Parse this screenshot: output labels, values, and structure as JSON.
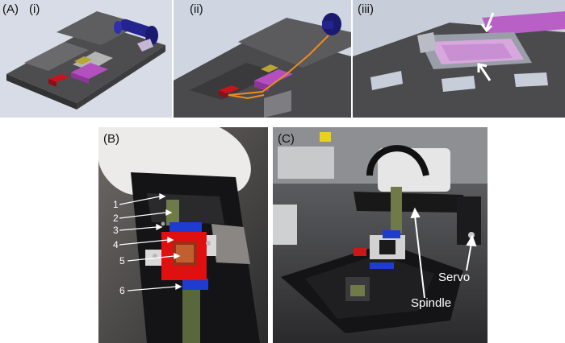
{
  "panel_a": {
    "label": "(A)",
    "sub_labels": [
      "(i)",
      "(ii)",
      "(iii)"
    ]
  },
  "panel_b": {
    "label": "(B)",
    "numbers": [
      "1",
      "2",
      "3",
      "4",
      "5",
      "6"
    ]
  },
  "panel_c": {
    "label": "(C)",
    "annotations": {
      "spindle": "Spindle",
      "servo": "Servo"
    }
  },
  "colors": {
    "cad_bg_i": "#d7dce6",
    "cad_bg_ii": "#cfd5e1",
    "cad_bg_iii": "#c8ced9",
    "gray_part": "#5a5a5c",
    "blue_motor": "#24248e",
    "magenta_chamber": "#b44fc0",
    "red_block": "#c8141c",
    "orange_path": "#f08a1e",
    "photo_red": "#e01010",
    "photo_blue": "#1e3cd0"
  },
  "icons": [
    "arrow-icon",
    "motor-icon"
  ]
}
